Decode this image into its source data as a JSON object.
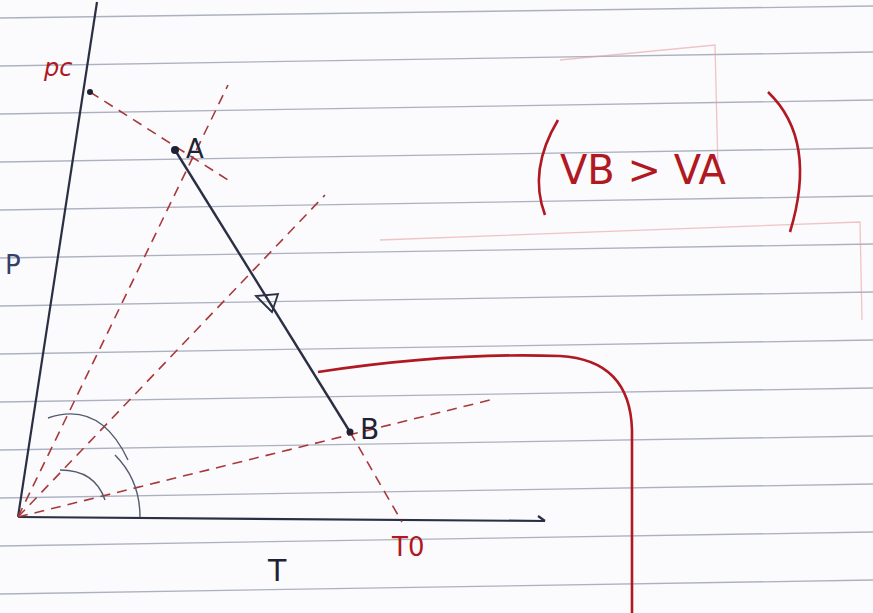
{
  "diagram": {
    "labels": [
      "pc",
      "A",
      "P",
      "B",
      "T",
      "T0",
      "VB > VA"
    ]
  }
}
